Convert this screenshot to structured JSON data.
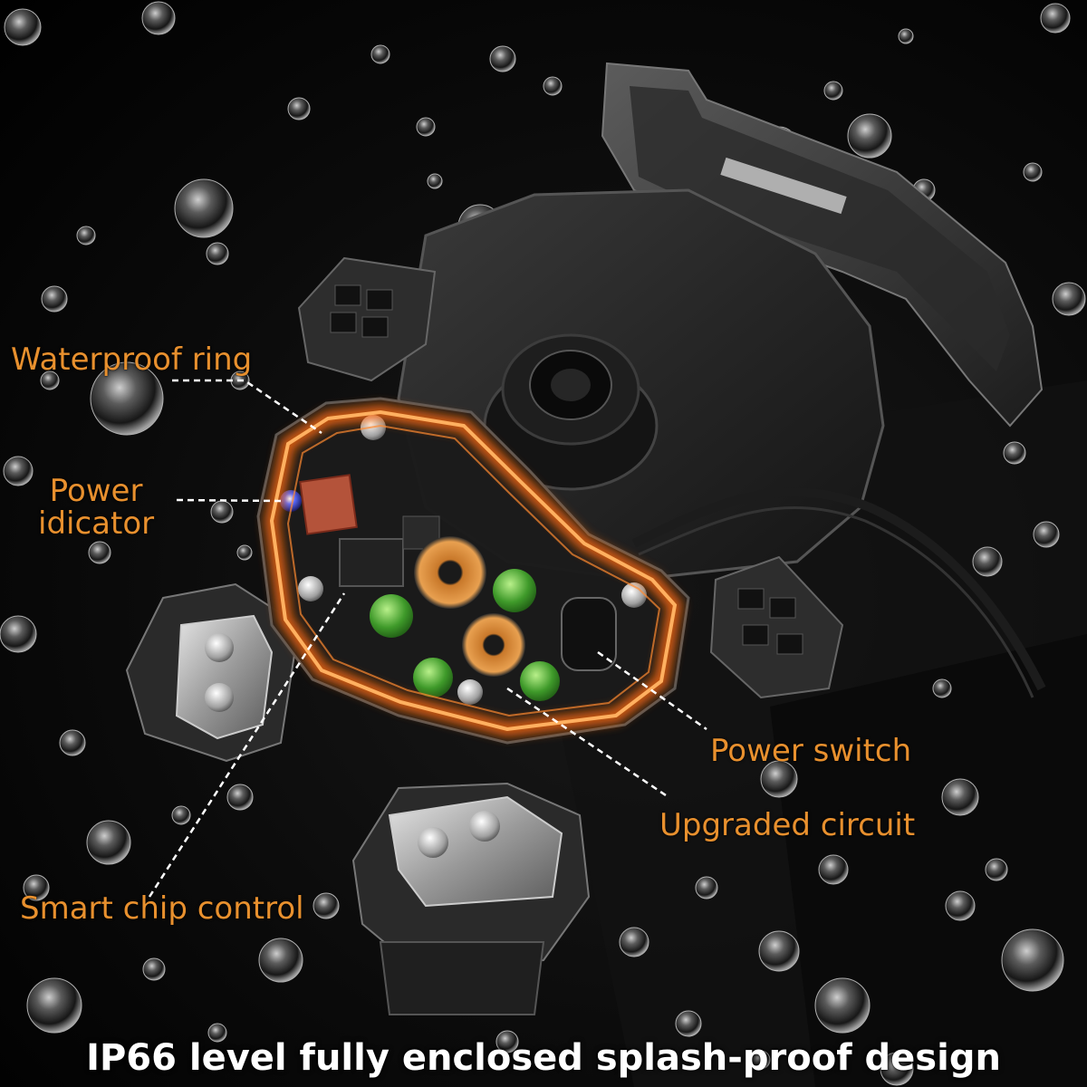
{
  "labels": {
    "waterproof_ring": "Waterproof ring",
    "power_indicator_line1": "Power",
    "power_indicator_line2": "idicator",
    "power_switch": "Power switch",
    "upgraded_circuit": "Upgraded circuit",
    "smart_chip_control": "Smart chip control"
  },
  "caption": "IP66 level fully enclosed splash-proof design",
  "colors": {
    "label": "#e8902e",
    "glow_ring": "#ff7a1a",
    "caption": "#ffffff",
    "background": "#000000"
  }
}
